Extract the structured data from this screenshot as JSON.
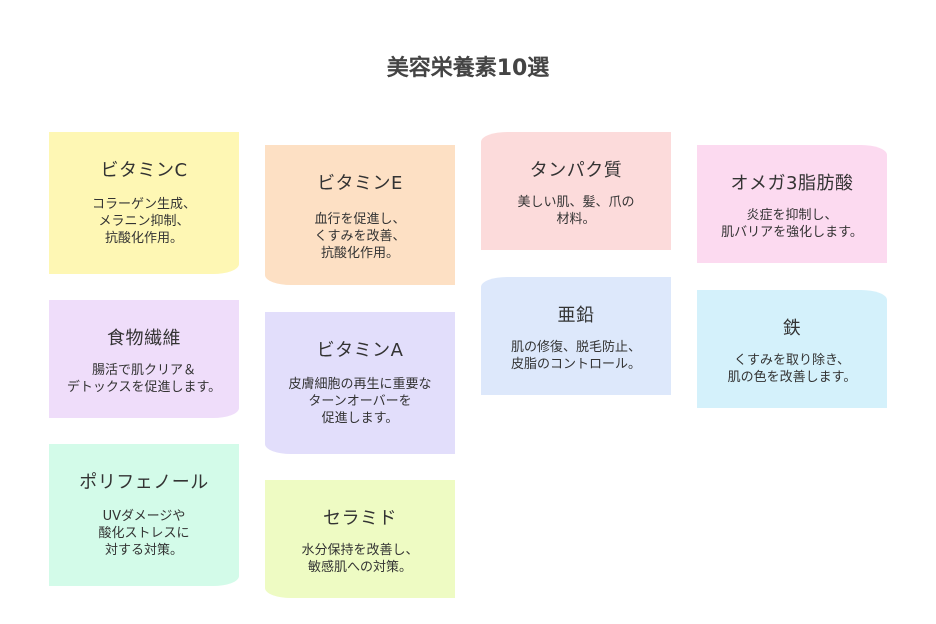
{
  "title": "美容栄養素10選",
  "cards": [
    {
      "name": "ビタミンC",
      "desc": "コラーゲン生成、\nメラニン抑制、\n抗酸化作用。"
    },
    {
      "name": "ビタミンE",
      "desc": "血行を促進し、\nくすみを改善、\n抗酸化作用。"
    },
    {
      "name": "タンパク質",
      "desc": "美しい肌、髪、爪の\n材料。"
    },
    {
      "name": "オメガ3脂肪酸",
      "desc": "炎症を抑制し、\n肌バリアを強化します。"
    },
    {
      "name": "食物繊維",
      "desc": "腸活で肌クリア＆\nデトックスを促進します。"
    },
    {
      "name": "ビタミンA",
      "desc": "皮膚細胞の再生に重要な\nターンオーバーを\n促進します。"
    },
    {
      "name": "亜鉛",
      "desc": "肌の修復、脱毛防止、\n皮脂のコントロール。"
    },
    {
      "name": "鉄",
      "desc": "くすみを取り除き、\n肌の色を改善します。"
    },
    {
      "name": "ポリフェノール",
      "desc": "UVダメージや\n酸化ストレスに\n対する対策。"
    },
    {
      "name": "セラミド",
      "desc": "水分保持を改善し、\n敏感肌への対策。"
    }
  ]
}
